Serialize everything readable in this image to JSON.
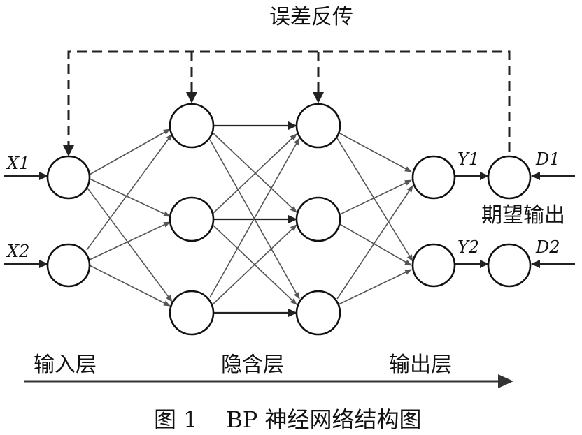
{
  "diagram": {
    "feedback_label": "误差反传",
    "desired_output_label": "期望输出",
    "layer_labels": {
      "input": "输入层",
      "hidden": "隐含层",
      "output": "输出层"
    },
    "inputs": [
      "X1",
      "X2"
    ],
    "outputs": [
      "Y1",
      "Y2"
    ],
    "desired": [
      "D1",
      "D2"
    ],
    "caption": "图 1    BP 神经网络结构图"
  }
}
